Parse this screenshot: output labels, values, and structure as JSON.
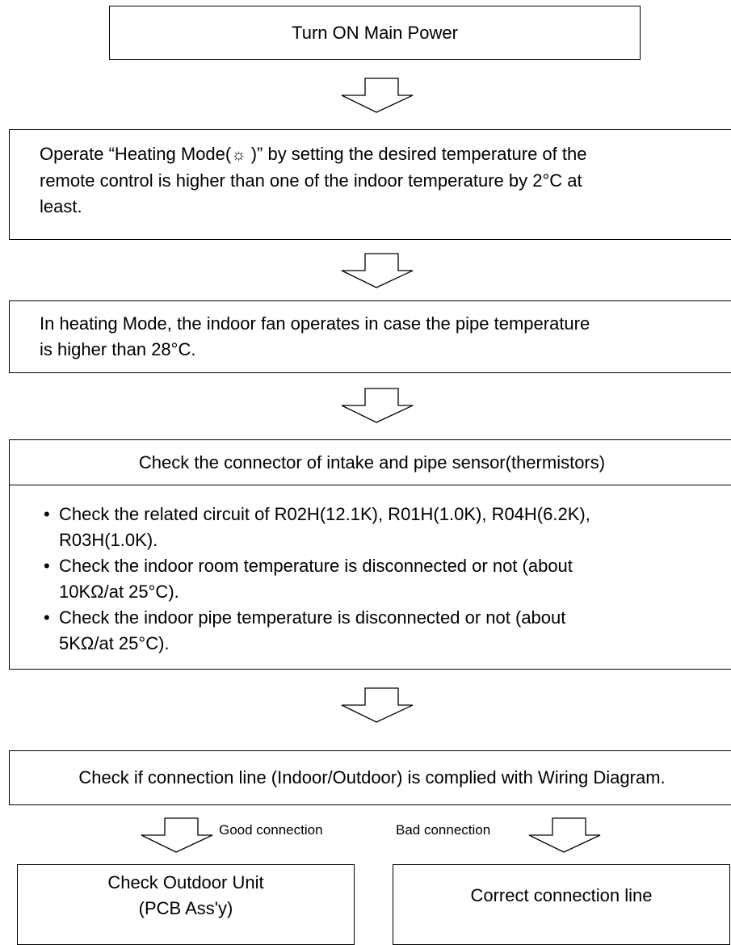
{
  "step1": {
    "text": "Turn ON Main Power"
  },
  "step2": {
    "line1_pre": "Operate “Heating Mode(",
    "symbol": "☼",
    "line1_post": " )” by setting the desired temperature of the",
    "line2": "remote control is higher than one of the indoor temperature by 2°C at",
    "line3": "least."
  },
  "step3": {
    "line1": "In heating Mode, the indoor fan operates in case the pipe temperature",
    "line2": "is higher than 28°C."
  },
  "step4": {
    "header": "Check the connector of intake and pipe sensor(thermistors)",
    "bullet_char": "•",
    "bullets": [
      {
        "line1": "Check the related circuit of R02H(12.1K), R01H(1.0K), R04H(6.2K),",
        "line2": "R03H(1.0K)."
      },
      {
        "line1": "Check the indoor room temperature is disconnected or not (about",
        "line2": "10KΩ/at 25°C)."
      },
      {
        "line1": "Check the indoor pipe temperature is disconnected or not (about",
        "line2": "5KΩ/at 25°C)."
      }
    ]
  },
  "step5": {
    "text": "Check if connection line (Indoor/Outdoor) is complied with Wiring Diagram."
  },
  "branches": {
    "good_label": "Good connection",
    "bad_label": "Bad connection",
    "left_line1": "Check Outdoor Unit",
    "left_line2": "(PCB Ass'y)",
    "right_text": "Correct connection line"
  }
}
